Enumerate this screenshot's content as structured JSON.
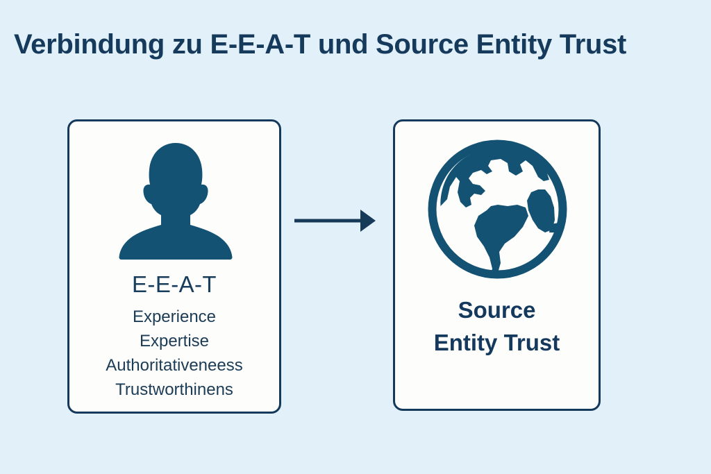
{
  "page": {
    "title": "Verbindung zu E-E-A-T und Source Entity Trust",
    "background_color": "#e2f0fa",
    "accent_color": "#15395a",
    "icon_color": "#135273"
  },
  "diagram": {
    "left_card": {
      "icon": "person-silhouette-icon",
      "heading": "E-E-A-T",
      "items": [
        "Experience",
        "Expertise",
        "Authoritativeneess",
        "Trustworthinens"
      ]
    },
    "connector": {
      "icon": "arrow-right-icon",
      "direction": "left-to-right"
    },
    "right_card": {
      "icon": "globe-icon",
      "line1": "Source",
      "line2": "Entity Trust"
    }
  }
}
